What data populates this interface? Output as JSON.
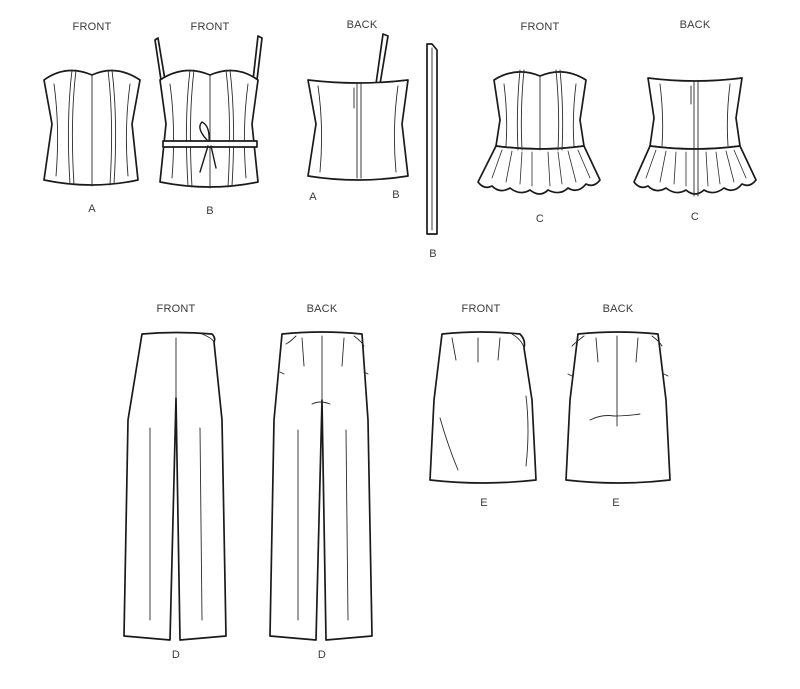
{
  "labels": {
    "front": "FRONT",
    "back": "BACK",
    "a": "A",
    "b": "B",
    "c": "C",
    "d": "D",
    "e": "E"
  },
  "colors": {
    "line": "#1a1a1a",
    "text": "#3a3a3a",
    "background": "#ffffff"
  }
}
